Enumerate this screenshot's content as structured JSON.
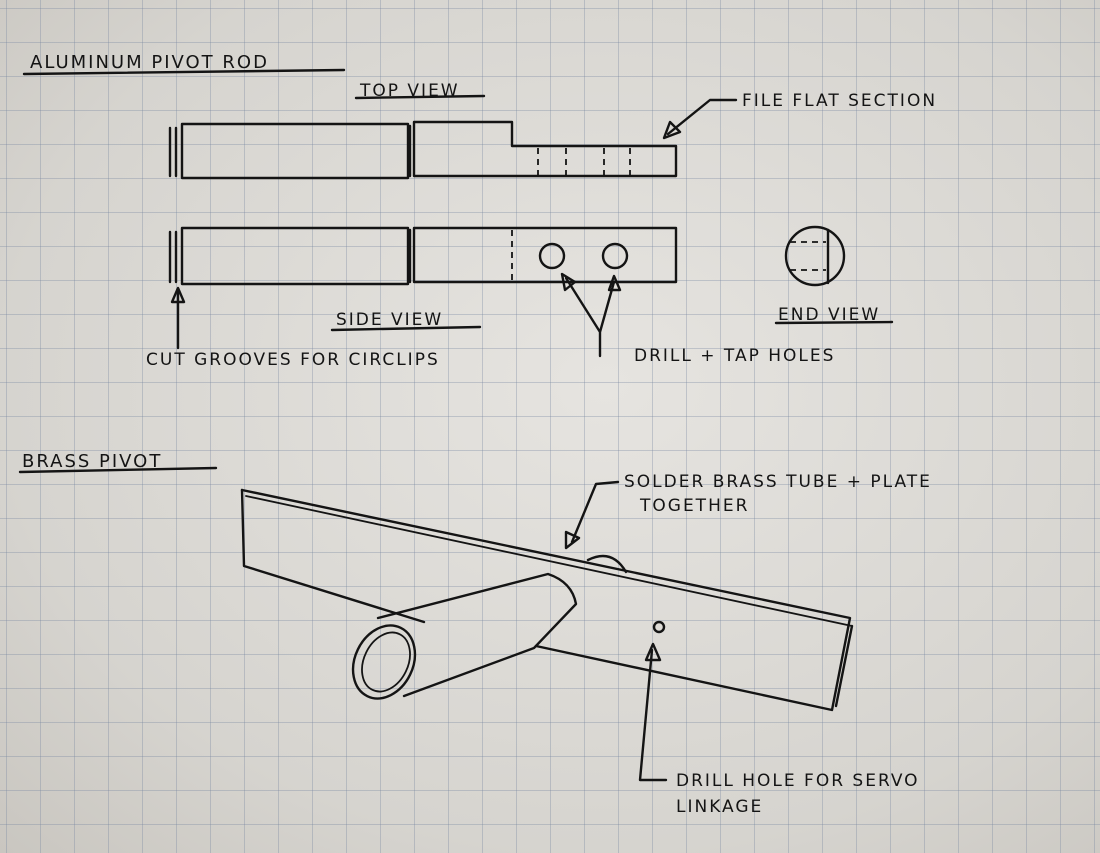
{
  "sections": {
    "aluminum_title": "ALUMINUM PIVOT ROD",
    "brass_title": "BRASS PIVOT"
  },
  "views": {
    "top": "TOP VIEW",
    "side": "SIDE VIEW",
    "end": "END VIEW"
  },
  "callouts": {
    "file_flat": "FILE FLAT SECTION",
    "grooves": "CUT GROOVES FOR CIRCLIPS",
    "drill_tap": "DRILL + TAP HOLES",
    "solder_line1": "SOLDER BRASS TUBE + PLATE",
    "solder_line2": "TOGETHER",
    "servo_line1": "DRILL HOLE FOR SERVO",
    "servo_line2": "LINKAGE"
  }
}
